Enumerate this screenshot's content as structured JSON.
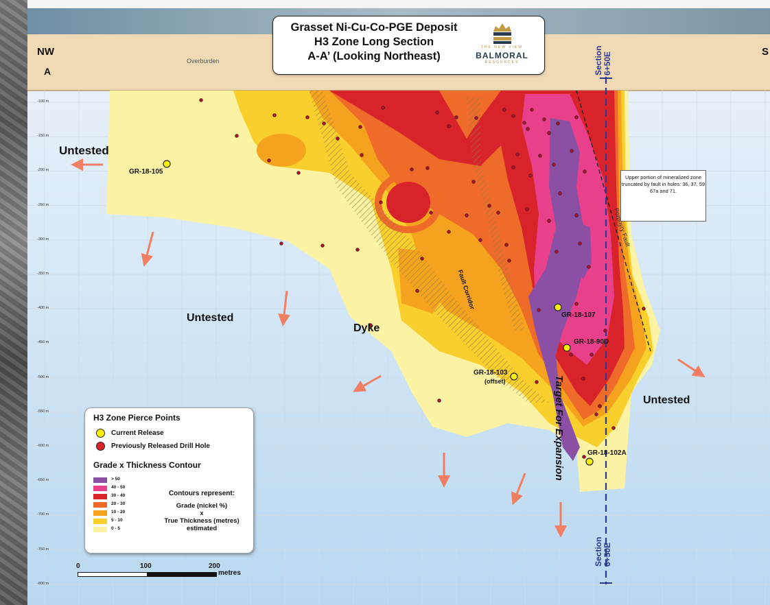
{
  "title": {
    "line1": "Grasset Ni-Cu-Co-PGE Deposit",
    "line2": "H3 Zone Long Section",
    "line3": "A-A’ (Looking Northeast)"
  },
  "logo": {
    "name": "BALMORAL",
    "sub": "RESOURCES",
    "tagline": "THE NEW VIEW"
  },
  "labels": {
    "nw": "NW",
    "a": "A",
    "se": "S",
    "overburden": "Overburden",
    "untested": "Untested",
    "dyke": "Dyke",
    "fault_corridor": "Fault Corridor",
    "porphyry_fault": "Porphyry Fault",
    "target": "Target For Expansion",
    "section": "Section",
    "section_num": "6+50E"
  },
  "note": "Upper portion of mineralized zone truncated by fault in holes: 36, 37, 59 67a and 71.",
  "current_holes": [
    "GR-18-105",
    "GR-18-107",
    "GR-18-90D",
    "GR-18-103",
    "(offset)",
    "GR-18-102A"
  ],
  "depths": [
    "-100 m",
    "-150 m",
    "-200 m",
    "-250 m",
    "-300 m",
    "-350 m",
    "-400 m",
    "-450 m",
    "-500 m",
    "-550 m",
    "-600 m",
    "-650 m",
    "-700 m",
    "-750 m",
    "-800 m"
  ],
  "legend": {
    "title": "H3 Zone Pierce Points",
    "current": "Current Release",
    "previous": "Previously Released Drill Hole",
    "contour_title": "Grade x Thickness Contour",
    "classes": [
      {
        "label": "> 50",
        "color": "#8b4fa3"
      },
      {
        "label": "40 - 50",
        "color": "#e8408a"
      },
      {
        "label": "30 - 40",
        "color": "#d9232a"
      },
      {
        "label": "20 - 30",
        "color": "#ee6b2a"
      },
      {
        "label": "10 - 20",
        "color": "#f5a31e"
      },
      {
        "label": "5 - 10",
        "color": "#f9cf2e"
      },
      {
        "label": "0 - 5",
        "color": "#fbf3a3"
      }
    ],
    "contours_represent": "Contours represent:",
    "grade": "Grade (nickel %)",
    "x": "x",
    "thickness": "True Thickness (metres)",
    "estimated": "estimated"
  },
  "scale": {
    "zero": "0",
    "hundred": "100",
    "two_hundred": "200",
    "unit": "metres"
  }
}
